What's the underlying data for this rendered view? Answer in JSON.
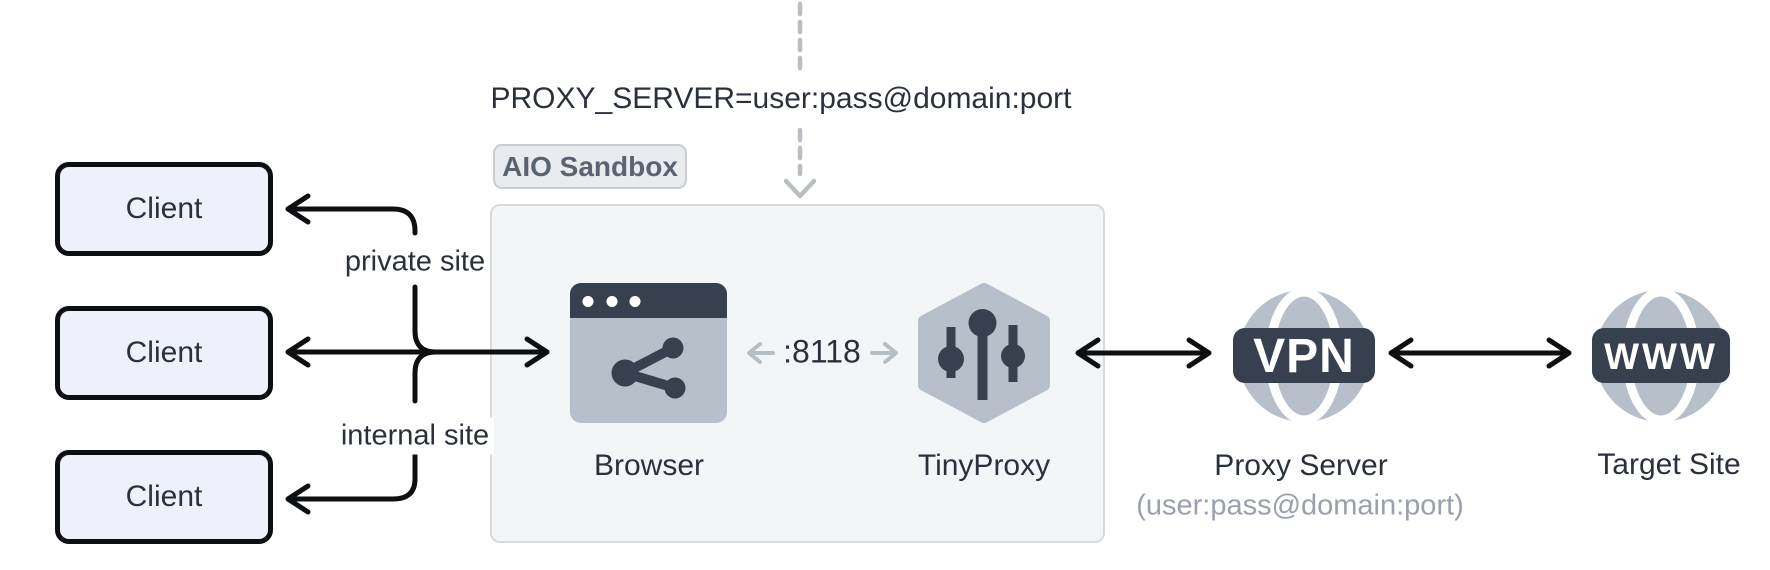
{
  "env": {
    "proxy_server_var": "PROXY_SERVER=user:pass@domain:port"
  },
  "clients": {
    "items": [
      {
        "label": "Client"
      },
      {
        "label": "Client"
      },
      {
        "label": "Client"
      }
    ]
  },
  "connectors": {
    "private_site_label": "private site",
    "internal_site_label": "internal site",
    "port_label": ":8118"
  },
  "sandbox": {
    "badge": "AIO Sandbox",
    "browser_label": "Browser",
    "tinyproxy_label": "TinyProxy"
  },
  "proxy_server": {
    "label": "Proxy Server",
    "credentials": "(user:pass@domain:port)",
    "badge": "VPN"
  },
  "target_site": {
    "label": "Target Site",
    "badge": "WWW"
  },
  "icons": [
    "browser-window-icon",
    "share-icon",
    "sliders-hexagon-icon",
    "globe-vpn-icon",
    "globe-www-icon",
    "dashed-down-arrow-icon"
  ],
  "colors": {
    "ink": "#0d0f12",
    "text": "#2b313c",
    "muted_text": "#9aa1ac",
    "slate_dark": "#36404f",
    "steel_light": "#b6bfca",
    "sandbox_fill": "#f4f5f7",
    "sandbox_border": "#d8dadd",
    "chip_fill": "#e9ebee",
    "chip_border": "#c9ccd1",
    "chip_text": "#5a6372",
    "client_fill": "#eef1fb",
    "dash_gray": "#b9bec5"
  }
}
